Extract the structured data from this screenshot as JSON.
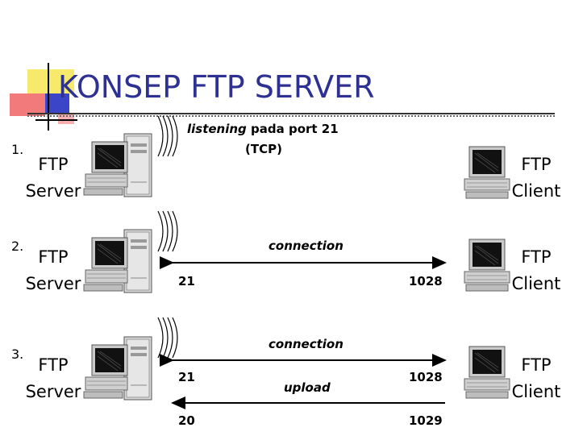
{
  "title": "KONSEP FTP SERVER",
  "rows": [
    {
      "number": "1.",
      "server_label_line1": "FTP",
      "server_label_line2": "Server",
      "client_label_line1": "FTP",
      "client_label_line2": "Client",
      "annotation_italic": "listening",
      "annotation_rest": " pada port 21",
      "annotation_line2": "(TCP)"
    },
    {
      "number": "2.",
      "server_label_line1": "FTP",
      "server_label_line2": "Server",
      "client_label_line1": "FTP",
      "client_label_line2": "Client",
      "connection_label": "connection",
      "server_port": "21",
      "client_port": "1028"
    },
    {
      "number": "3.",
      "server_label_line1": "FTP",
      "server_label_line2": "Server",
      "client_label_line1": "FTP",
      "client_label_line2": "Client",
      "connection_label": "connection",
      "server_port": "21",
      "client_port": "1028",
      "upload_label": "upload",
      "server_port_2": "20",
      "client_port_2": "1029"
    }
  ],
  "colors": {
    "title": "#2e3192",
    "square_yellow": "#f7e96b",
    "square_blue": "#3a45c8",
    "square_red": "#f26b6b"
  }
}
